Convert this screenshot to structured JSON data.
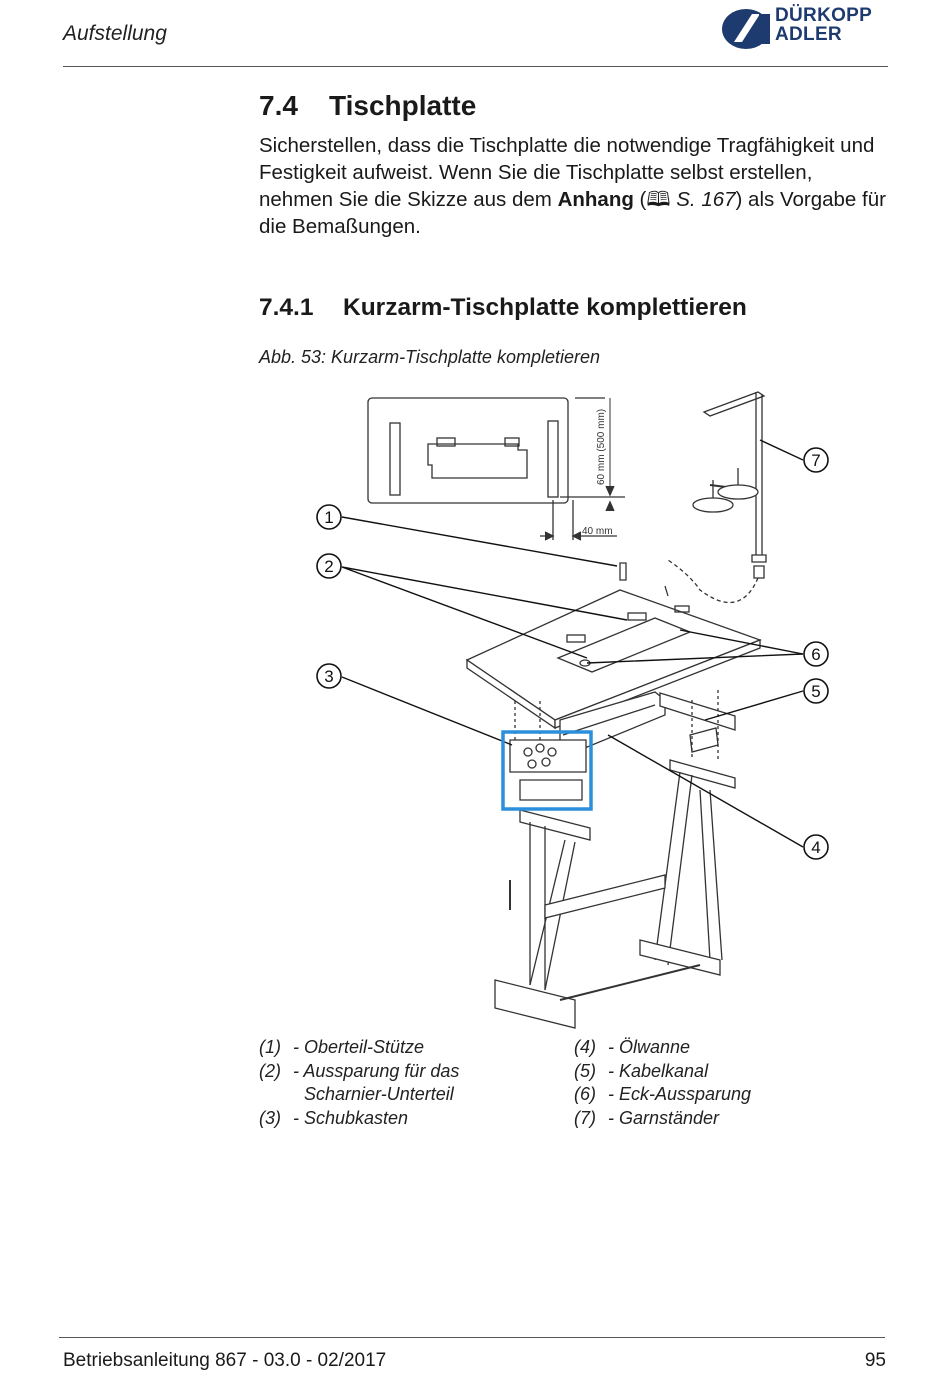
{
  "header": {
    "section_title": "Aufstellung",
    "logo_line1": "DÜRKOPP",
    "logo_line2": "ADLER"
  },
  "section": {
    "number": "7.4",
    "title": "Tischplatte",
    "para_part1": "Sicherstellen, dass die Tischplatte die notwendige Tragfähigkeit und Festigkeit aufweist. Wenn Sie die Tischplatte selbst erstellen, nehmen Sie die Skizze aus dem ",
    "para_bold": "Anhang",
    "para_part2": " (",
    "para_book": "🕮",
    "para_ref": " S. 167",
    "para_part3": ") als Vorgabe für die Bemaßungen."
  },
  "subsection": {
    "number": "7.4.1",
    "title": "Kurzarm-Tischplatte komplettieren"
  },
  "figure": {
    "caption": "Abb. 53: Kurzarm-Tischplatte kompletieren",
    "dim_vertical": "60 mm (500 mm)",
    "dim_horizontal": "40 mm",
    "callouts": [
      "1",
      "2",
      "3",
      "4",
      "5",
      "6",
      "7"
    ],
    "highlight_color": "#2d8fdc"
  },
  "legend": {
    "left": [
      {
        "num": "(1)",
        "text": "- Oberteil-Stütze"
      },
      {
        "num": "(2)",
        "text": "- Aussparung für das"
      },
      {
        "num": "",
        "text": "  Scharnier-Unterteil"
      },
      {
        "num": "(3)",
        "text": "- Schubkasten"
      }
    ],
    "right": [
      {
        "num": "(4)",
        "text": "- Ölwanne"
      },
      {
        "num": "(5)",
        "text": "- Kabelkanal"
      },
      {
        "num": "(6)",
        "text": "- Eck-Aussparung"
      },
      {
        "num": "(7)",
        "text": "- Garnständer"
      }
    ]
  },
  "footer": {
    "doc": "Betriebsanleitung 867 - 03.0 - 02/2017",
    "page": "95"
  }
}
